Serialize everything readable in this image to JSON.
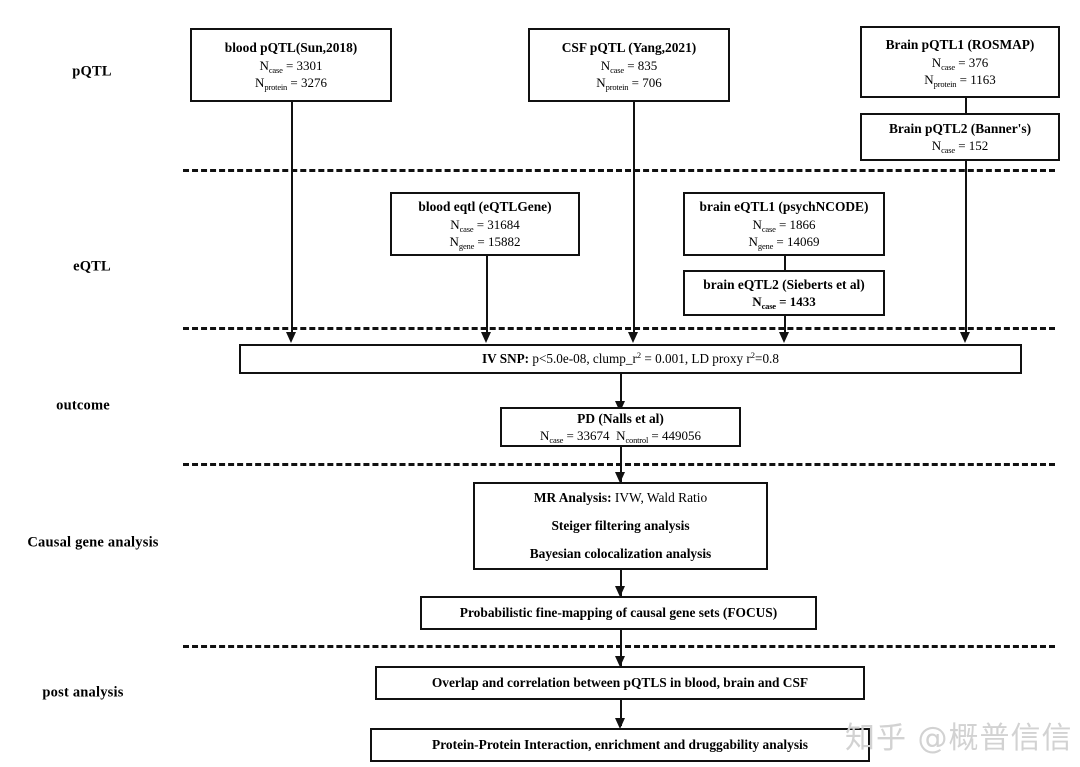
{
  "figure": {
    "type": "flowchart",
    "background": "#ffffff",
    "line_color": "#111111"
  },
  "stage_labels": [
    {
      "name": "pqtl",
      "text": "pQTL"
    },
    {
      "name": "eqtl",
      "text": "eQTL"
    },
    {
      "name": "outcome",
      "text": "outcome"
    },
    {
      "name": "causal-gene-analysis",
      "text": "Causal gene analysis"
    },
    {
      "name": "post-analysis",
      "text": "post analysis"
    }
  ],
  "boxes": {
    "blood_pqtl": {
      "title": "blood pQTL(Sun,2018)",
      "line1_label": "N",
      "line1_sub": "case",
      "line1_value": " = 3301",
      "line2_label": "N",
      "line2_sub": "protein",
      "line2_value": " = 3276"
    },
    "csf_pqtl": {
      "title": "CSF pQTL (Yang,2021)",
      "line1_label": "N",
      "line1_sub": "case",
      "line1_value": " = 835",
      "line2_label": "N",
      "line2_sub": "protein",
      "line2_value": " = 706"
    },
    "brain_pqtl1": {
      "title": "Brain pQTL1 (ROSMAP)",
      "line1_label": "N",
      "line1_sub": "case",
      "line1_value": " = 376",
      "line2_label": "N",
      "line2_sub": "protein",
      "line2_value": " = 1163"
    },
    "brain_pqtl2": {
      "title": "Brain pQTL2 (Banner's)",
      "line1_label": "N",
      "line1_sub": "case",
      "line1_value": " = 152"
    },
    "blood_eqtl": {
      "title": "blood eqtl (eQTLGene)",
      "line1_label": "N",
      "line1_sub": "case",
      "line1_value": " = 31684",
      "line2_label": "N",
      "line2_sub": "gene",
      "line2_value": " = 15882"
    },
    "brain_eqtl1": {
      "title": "brain eQTL1 (psychNCODE)",
      "line1_label": "N",
      "line1_sub": "case",
      "line1_value": " = 1866",
      "line2_label": "N",
      "line2_sub": "gene",
      "line2_value": " = 14069"
    },
    "brain_eqtl2": {
      "title": "brain eQTL2 (Sieberts et al)",
      "line1_label": "N",
      "line1_sub": "case",
      "line1_value": " = 1433"
    },
    "iv_snp": {
      "bold_prefix": "IV SNP:",
      "text_a": " p<5.0e-08, clump_r",
      "sup_a": "2",
      "text_b": " = 0.001, LD proxy r",
      "sup_b": "2",
      "text_c": "=0.8"
    },
    "pd_outcome": {
      "title": "PD (Nalls et al)",
      "line1_label": "N",
      "line1_sub": "case",
      "line1_value": " = 33674",
      "line2_label": "N",
      "line2_sub": "control",
      "line2_value": " = 449056"
    },
    "mr_analysis": {
      "line1_bold": "MR Analysis:",
      "line1_rest": " IVW, Wald Ratio",
      "line2": "Steiger filtering analysis",
      "line3": "Bayesian colocalization analysis"
    },
    "focus": {
      "text": "Probabilistic fine-mapping of causal gene sets (FOCUS)"
    },
    "overlap": {
      "text": "Overlap and correlation between pQTLS in blood, brain and CSF"
    },
    "ppi": {
      "text": "Protein-Protein Interaction, enrichment and druggability analysis"
    }
  },
  "watermark": {
    "text": "知乎 @概普信信"
  }
}
